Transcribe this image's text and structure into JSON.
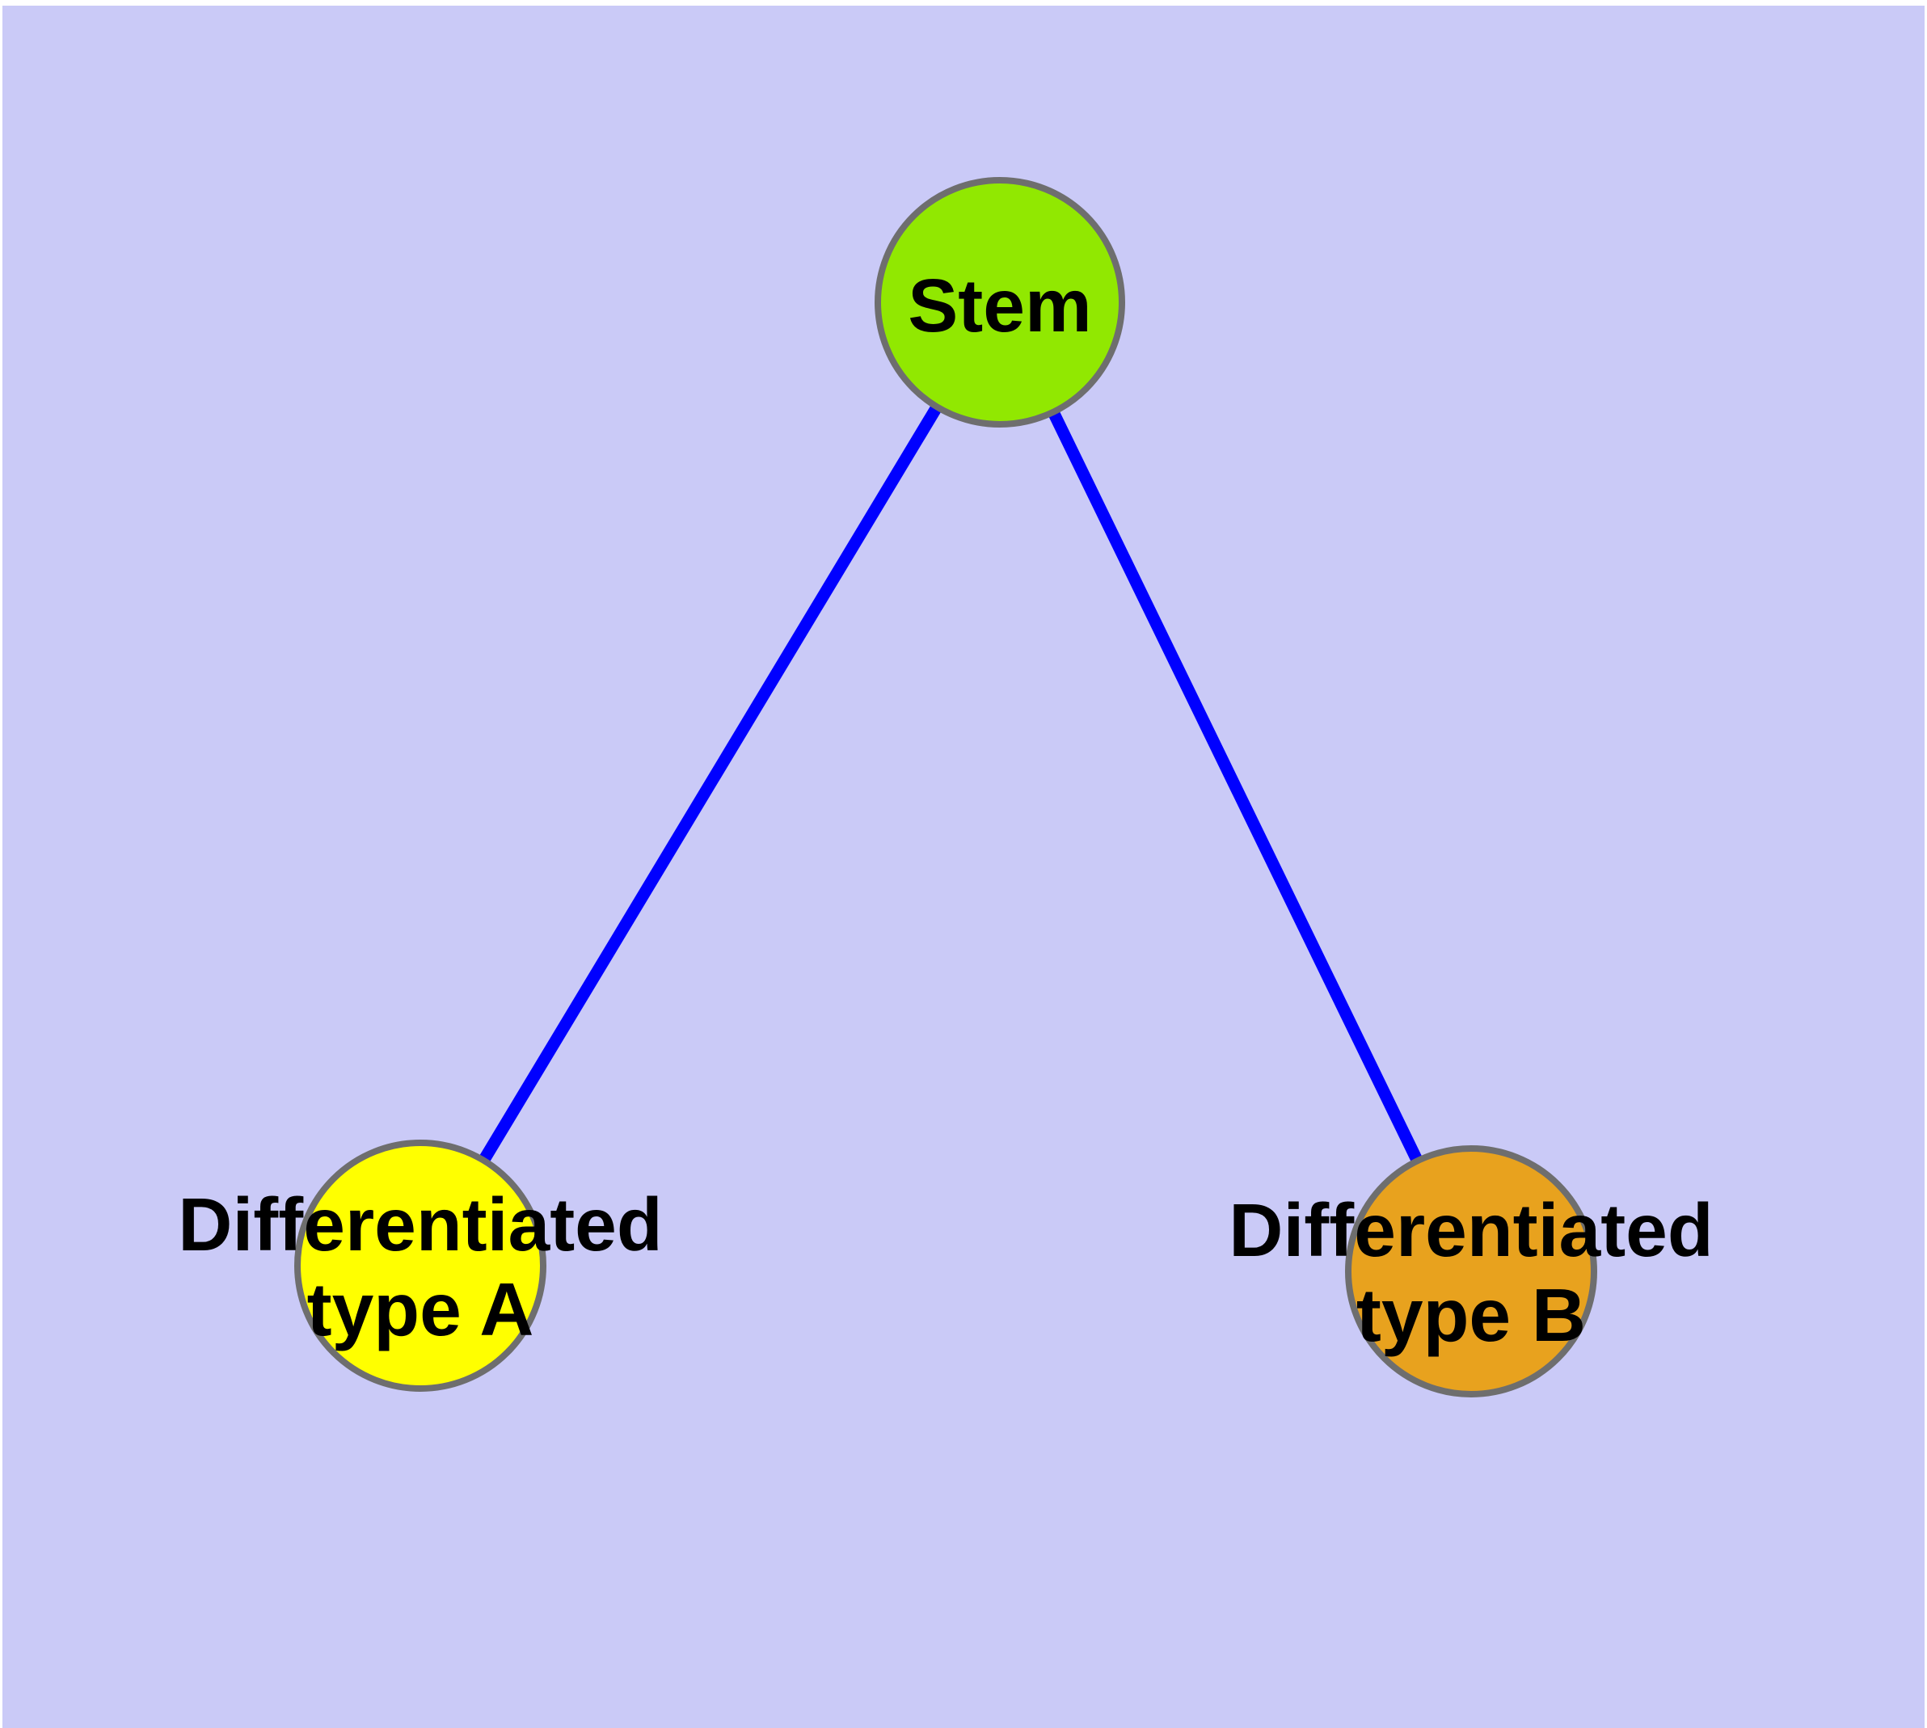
{
  "diagram": {
    "type": "graph",
    "description": "Stem cell differentiation diagram: one stem node connected to two differentiated cell-type nodes",
    "colors": {
      "background": "#CACAF7",
      "frame": "#FFFFFF",
      "edge": "#0000FF",
      "node_border": "#6E6E6E",
      "label": "#000000",
      "stem_fill": "#91E801",
      "type_a_fill": "#FFFF00",
      "type_b_fill": "#E8A21E"
    },
    "nodes": [
      {
        "id": "stem",
        "label": "Stem",
        "lines": [
          "Stem"
        ],
        "fill": "#91E801"
      },
      {
        "id": "differentiated-type-a",
        "label": "Differentiated type A",
        "lines": [
          "Differentiated",
          "type A"
        ],
        "fill": "#FFFF00"
      },
      {
        "id": "differentiated-type-b",
        "label": "Differentiated type B",
        "lines": [
          "Differentiated",
          "type B"
        ],
        "fill": "#E8A21E"
      }
    ],
    "edges": [
      {
        "from": "stem",
        "to": "differentiated-type-a"
      },
      {
        "from": "stem",
        "to": "differentiated-type-b"
      }
    ]
  }
}
